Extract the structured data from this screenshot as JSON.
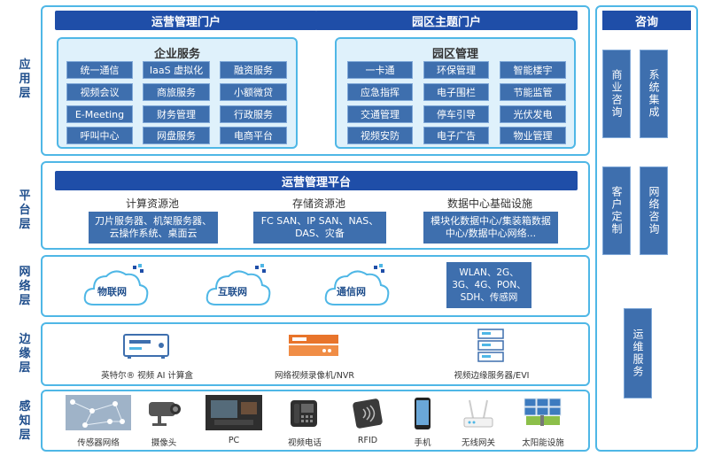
{
  "layers": {
    "app": [
      "应",
      "用",
      "层"
    ],
    "platform": [
      "平",
      "台",
      "层"
    ],
    "network": [
      "网",
      "络",
      "层"
    ],
    "edge": [
      "边",
      "缘",
      "层"
    ],
    "sense": [
      "感",
      "知",
      "层"
    ]
  },
  "app_layer": {
    "portal_left": "运营管理门户",
    "portal_right": "园区主题门户",
    "enterprise": {
      "title": "企业服务",
      "items": [
        "统一通信",
        "IaaS 虚拟化",
        "融资服务",
        "视频会议",
        "商旅服务",
        "小额微贷",
        "E-Meeting",
        "财务管理",
        "行政服务",
        "呼叫中心",
        "网盘服务",
        "电商平台"
      ]
    },
    "park": {
      "title": "园区管理",
      "items": [
        "一卡通",
        "环保管理",
        "智能楼宇",
        "应急指挥",
        "电子围栏",
        "节能监管",
        "交通管理",
        "停车引导",
        "光伏发电",
        "视频安防",
        "电子广告",
        "物业管理"
      ]
    }
  },
  "platform_layer": {
    "title": "运营管理平台",
    "pools": [
      {
        "title": "计算资源池",
        "desc": "刀片服务器、机架服务器、云操作系统、桌面云"
      },
      {
        "title": "存储资源池",
        "desc": "FC SAN、IP SAN、NAS、DAS、灾备"
      },
      {
        "title": "数据中心基础设施",
        "desc": "模块化数据中心/集装箱数据中心/数据中心网络..."
      }
    ]
  },
  "network_layer": {
    "clouds": [
      "物联网",
      "互联网",
      "通信网"
    ],
    "box": "WLAN、2G、3G、4G、PON、SDH、传感网"
  },
  "edge_layer": {
    "devices": [
      "英特尔® 视频 AI 计算盒",
      "网络视频录像机/NVR",
      "视频边缘服务器/EVI"
    ]
  },
  "sense_layer": {
    "devices": [
      "传感器网络",
      "摄像头",
      "PC",
      "视频电话",
      "RFID",
      "手机",
      "无线网关",
      "太阳能设施"
    ]
  },
  "side": {
    "title": "咨询",
    "items": [
      "商业咨询",
      "系统集成",
      "客户定制",
      "网络咨询",
      "运维服务"
    ]
  },
  "colors": {
    "frame": "#4fb7e6",
    "bar": "#1f4ea8",
    "chip": "#3e6fae",
    "panel": "#dff1fb",
    "label": "#1f4e8c"
  }
}
